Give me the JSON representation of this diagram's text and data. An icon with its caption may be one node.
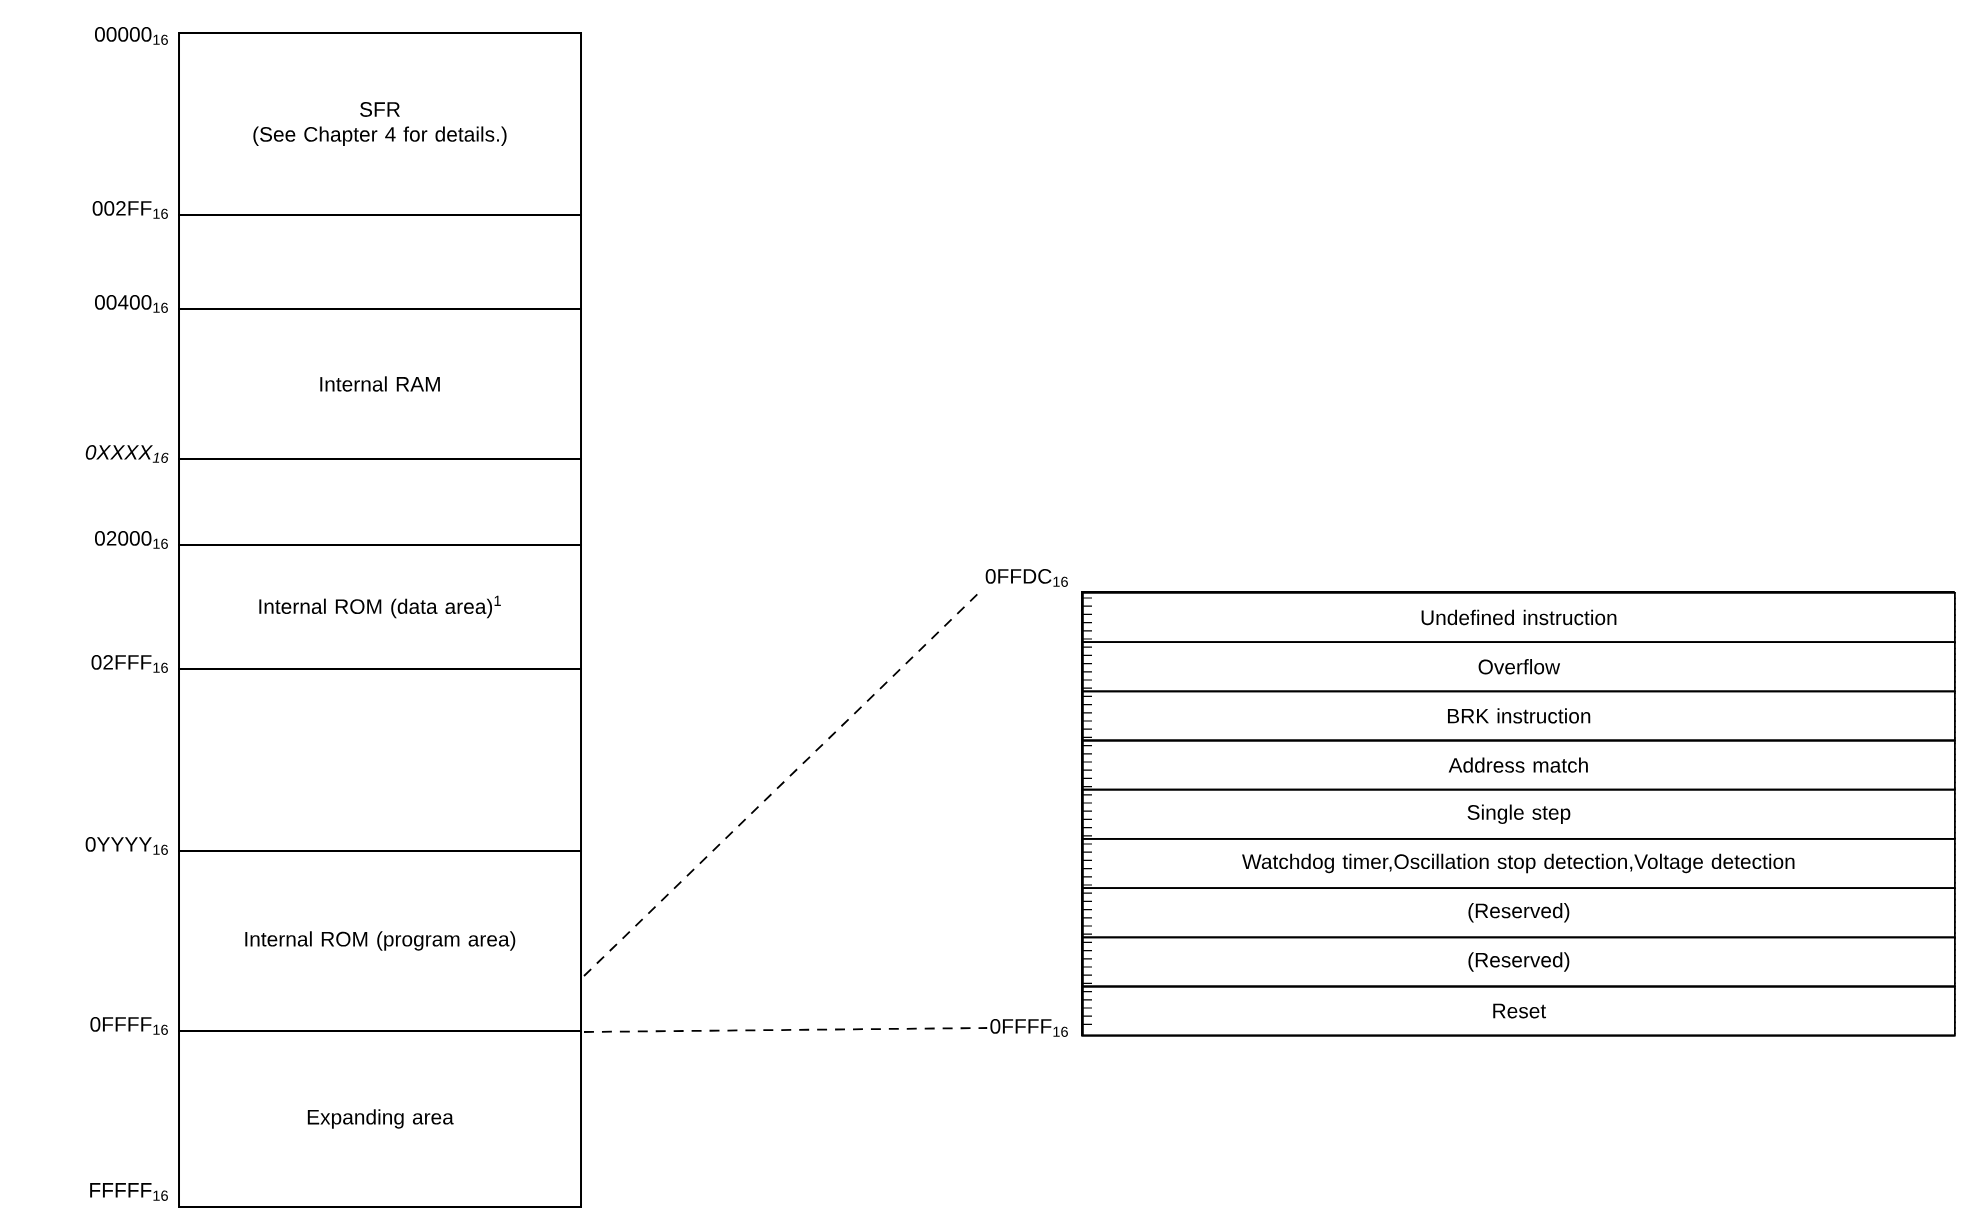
{
  "diagram": {
    "nodes": [
      {
        "text": [
          "SFR",
          "(See Chapter 4 for details.)"
        ]
      },
      {
        "text": [],
        "shape": "box"
      },
      {
        "text": [
          "Internal RAM"
        ]
      },
      {
        "text": [],
        "shape": "box"
      },
      {
        "text": [
          "Internal ROM (data area)$^{1}$"
        ]
      },
      {
        "text": [],
        "shape": "box"
      },
      {
        "text": [
          "Internal ROM (program area)"
        ]
      },
      {
        "text": [
          "Expanding area"
        ]
      },
      {
        "text": [],
        "shape": "box"
      },
      {
        "text": [
          "Undefined instruction"
        ],
        "in": 8
      },
      {
        "text": [
          "Overflow"
        ],
        "in": 8
      },
      {
        "text": [
          "BRK instruction"
        ],
        "in": 8
      },
      {
        "text": [
          "Address match"
        ],
        "in": 8
      },
      {
        "text": [
          "Single step"
        ],
        "in": 8
      },
      {
        "text": [
          "Watchdog timer,Oscillation stop detection,Voltage detection"
        ],
        "in": 8
      },
      {
        "text": [
          "(Reserved)"
        ],
        "in": 8
      },
      {
        "text": [
          "(Reserved)"
        ],
        "in": 8
      },
      {
        "text": [
          "Reset"
        ],
        "in": 8
      },
      {
        "text": [
          "0FFDC$_{16}$"
        ]
      },
      {
        "text": [
          "0FFFF$_{16}$"
        ]
      }
    ],
    "edges": [
      {
        "from": 6,
        "to": 18,
        "arrow": "none",
        "style": "dashed"
      },
      {
        "from": 6,
        "to": 19,
        "arrow": "none",
        "style": "dashed"
      }
    ],
    "labels": [
      "00000$_{16}$",
      "002FF$_{16}$",
      "00400$_{16}$",
      "0XXXX$_{16}$",
      "02000$_{16}$",
      "02FFF$_{16}$",
      "0YYYY$_{16}$",
      "0FFFF$_{16}$",
      "FFFFF$_{16}$"
    ]
  }
}
